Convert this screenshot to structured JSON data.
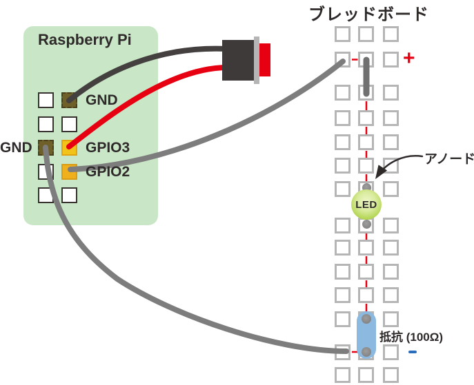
{
  "titles": {
    "raspberry_pi": "Raspberry Pi",
    "breadboard": "ブレッドボード"
  },
  "pi": {
    "labels": {
      "gnd_top": "GND",
      "gnd_left": "GND",
      "gpio3": "GPIO3",
      "gpio2": "GPIO2"
    }
  },
  "breadboard": {
    "plus_label": "+",
    "minus_label": "−",
    "columns": 3,
    "rows": 14
  },
  "components": {
    "led": {
      "label": "LED",
      "annotation": "アノード"
    },
    "resistor": {
      "label": "抵抗 (100Ω)"
    }
  },
  "wiring": [
    {
      "from": "GND",
      "to": "push-button",
      "color": "#454040"
    },
    {
      "from": "GPIO3",
      "to": "push-button",
      "color": "#e60012"
    },
    {
      "from": "GPIO2",
      "to": "breadboard-positive-rail",
      "color": "#7d7d7d"
    },
    {
      "from": "GND-left",
      "to": "breadboard-resistor-row",
      "color": "#7d7d7d"
    }
  ],
  "colors": {
    "pi_board_bg": "#c9e7c7",
    "wire_dark": "#454040",
    "wire_red": "#e60012",
    "wire_gray": "#7d7d7d",
    "jumper_gray": "#707070",
    "rail_red": "#e60012",
    "plus_red": "#e60012",
    "minus_blue": "#2a6ebb",
    "pin_brown": "#6f5f28",
    "pin_yellow_gpio3": "#f2c318",
    "pin_yellow_gpio2": "#f0b01c",
    "hole_border": "#b5b5b5",
    "led_green": "#a6ce39",
    "resistor_blue": "#8cb9df",
    "button_body": "#3e3a39",
    "button_cap": "#e60012",
    "button_collar": "#b5b5b5",
    "text_dark": "#2f2a2a"
  }
}
